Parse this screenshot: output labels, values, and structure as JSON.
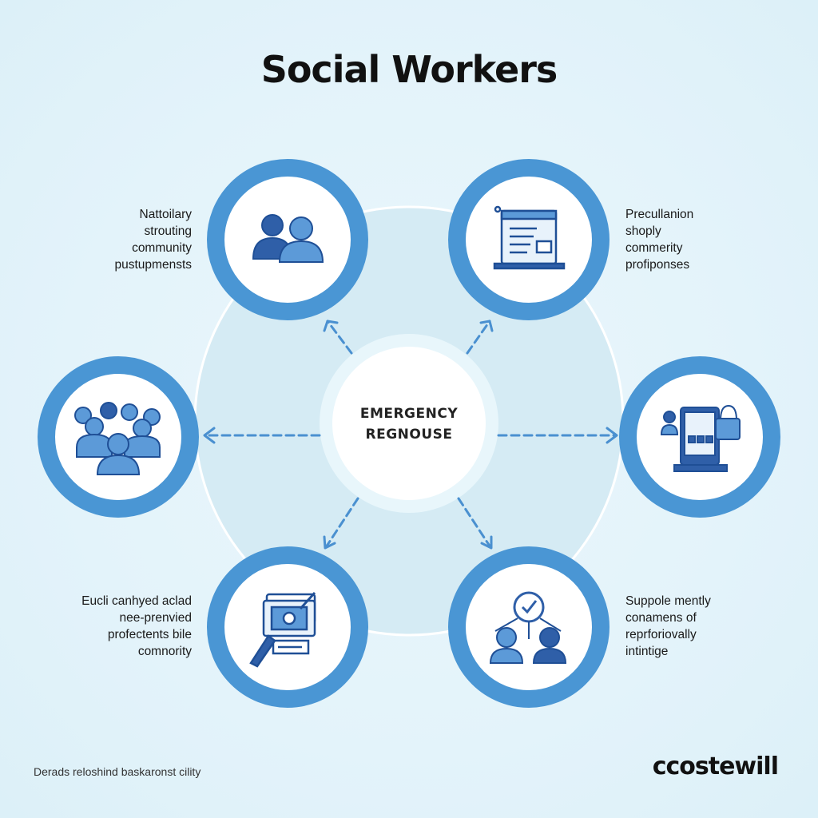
{
  "title": "Social Workers",
  "center": {
    "line1": "EMERGENCY",
    "line2": "REGNOUSE"
  },
  "nodes": {
    "top_left": {
      "icon": "two-people-icon",
      "lines": [
        "Nattoilary",
        "strouting",
        "community",
        "pustupmensts"
      ]
    },
    "top_right": {
      "icon": "laptop-document-icon",
      "lines": [
        "Precullanion",
        "shoply",
        "commerity",
        "profiponses"
      ]
    },
    "middle_left": {
      "icon": "group-people-icon",
      "lines": []
    },
    "middle_right": {
      "icon": "tablet-lock-icon",
      "lines": []
    },
    "bottom_left": {
      "icon": "tools-document-icon",
      "lines": [
        "Eucli canhyed aclad",
        "nee-prenvied",
        "profectents bile",
        "comnority"
      ]
    },
    "bottom_right": {
      "icon": "checkmark-network-icon",
      "lines": [
        "Suppole mently",
        "conamens of",
        "reprforiovally",
        "intintige"
      ]
    }
  },
  "footer": {
    "note": "Derads reloshind baskaronst cility"
  },
  "logo": {
    "text": "ccostewill"
  },
  "colors": {
    "ring": "#4a96d4",
    "icon_dark": "#2f5fa8",
    "icon_light": "#5c9ad8",
    "arrow": "#4a90d0",
    "hub": "#d8eef6"
  }
}
